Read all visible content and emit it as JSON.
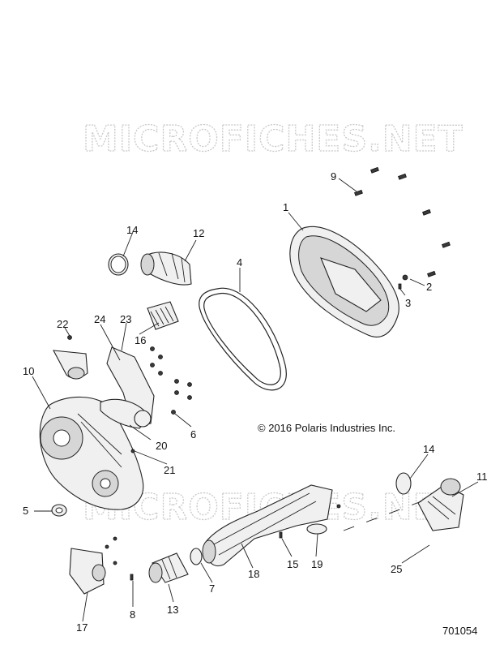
{
  "watermark": "MICROFICHES.NET",
  "copyright": "© 2016 Polaris Industries Inc.",
  "doc_number": "701054",
  "callouts": [
    "1",
    "2",
    "3",
    "4",
    "5",
    "6",
    "7",
    "8",
    "9",
    "10",
    "11",
    "12",
    "13",
    "14",
    "14",
    "15",
    "16",
    "17",
    "18",
    "19",
    "20",
    "21",
    "22",
    "23",
    "24",
    "25"
  ]
}
